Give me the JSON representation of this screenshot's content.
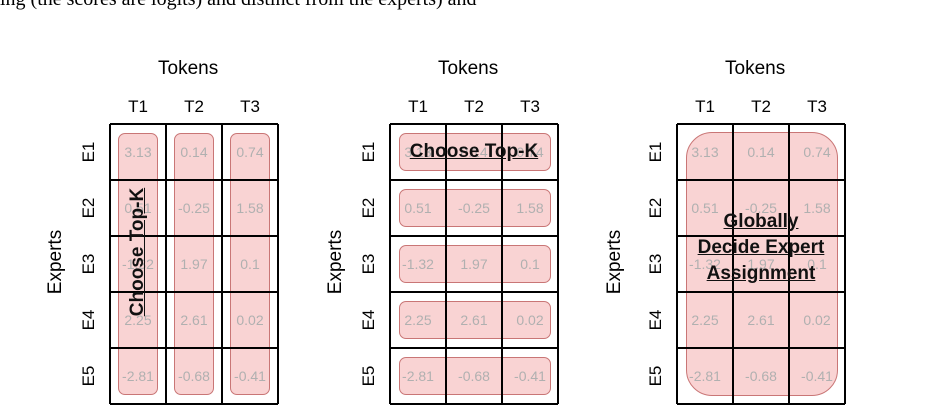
{
  "top_text": "ing (the scores are logits) and distinct from the experts) and",
  "panels": [
    {
      "tokens_title": "Tokens",
      "experts_title": "Experts",
      "columns": [
        "T1",
        "T2",
        "T3"
      ],
      "rows": [
        "E1",
        "E2",
        "E3",
        "E4",
        "E5"
      ],
      "overlay_text": "Choose Top-K",
      "cells": [
        [
          "3.13",
          "0.14",
          "0.74"
        ],
        [
          "0.51",
          "-0.25",
          "1.58"
        ],
        [
          "-1.32",
          "1.97",
          "0.1"
        ],
        [
          "2.25",
          "2.61",
          "0.02"
        ],
        [
          "-2.81",
          "-0.68",
          "-0.41"
        ]
      ]
    },
    {
      "tokens_title": "Tokens",
      "experts_title": "Experts",
      "columns": [
        "T1",
        "T2",
        "T3"
      ],
      "rows": [
        "E1",
        "E2",
        "E3",
        "E4",
        "E5"
      ],
      "overlay_text": "Choose Top-K",
      "cells": [
        [
          "3.13",
          "0.14",
          "0.74"
        ],
        [
          "0.51",
          "-0.25",
          "1.58"
        ],
        [
          "-1.32",
          "1.97",
          "0.1"
        ],
        [
          "2.25",
          "2.61",
          "0.02"
        ],
        [
          "-2.81",
          "-0.68",
          "-0.41"
        ]
      ]
    },
    {
      "tokens_title": "Tokens",
      "experts_title": "Experts",
      "columns": [
        "T1",
        "T2",
        "T3"
      ],
      "rows": [
        "E1",
        "E2",
        "E3",
        "E4",
        "E5"
      ],
      "overlay_line1": "Globally",
      "overlay_line2": "Decide Expert",
      "overlay_line3": "Assignment",
      "cells": [
        [
          "3.13",
          "0.14",
          "0.74"
        ],
        [
          "0.51",
          "-0.25",
          "1.58"
        ],
        [
          "-1.32",
          "1.97",
          "0.1"
        ],
        [
          "2.25",
          "2.61",
          "0.02"
        ],
        [
          "-2.81",
          "-0.68",
          "-0.41"
        ]
      ]
    }
  ]
}
